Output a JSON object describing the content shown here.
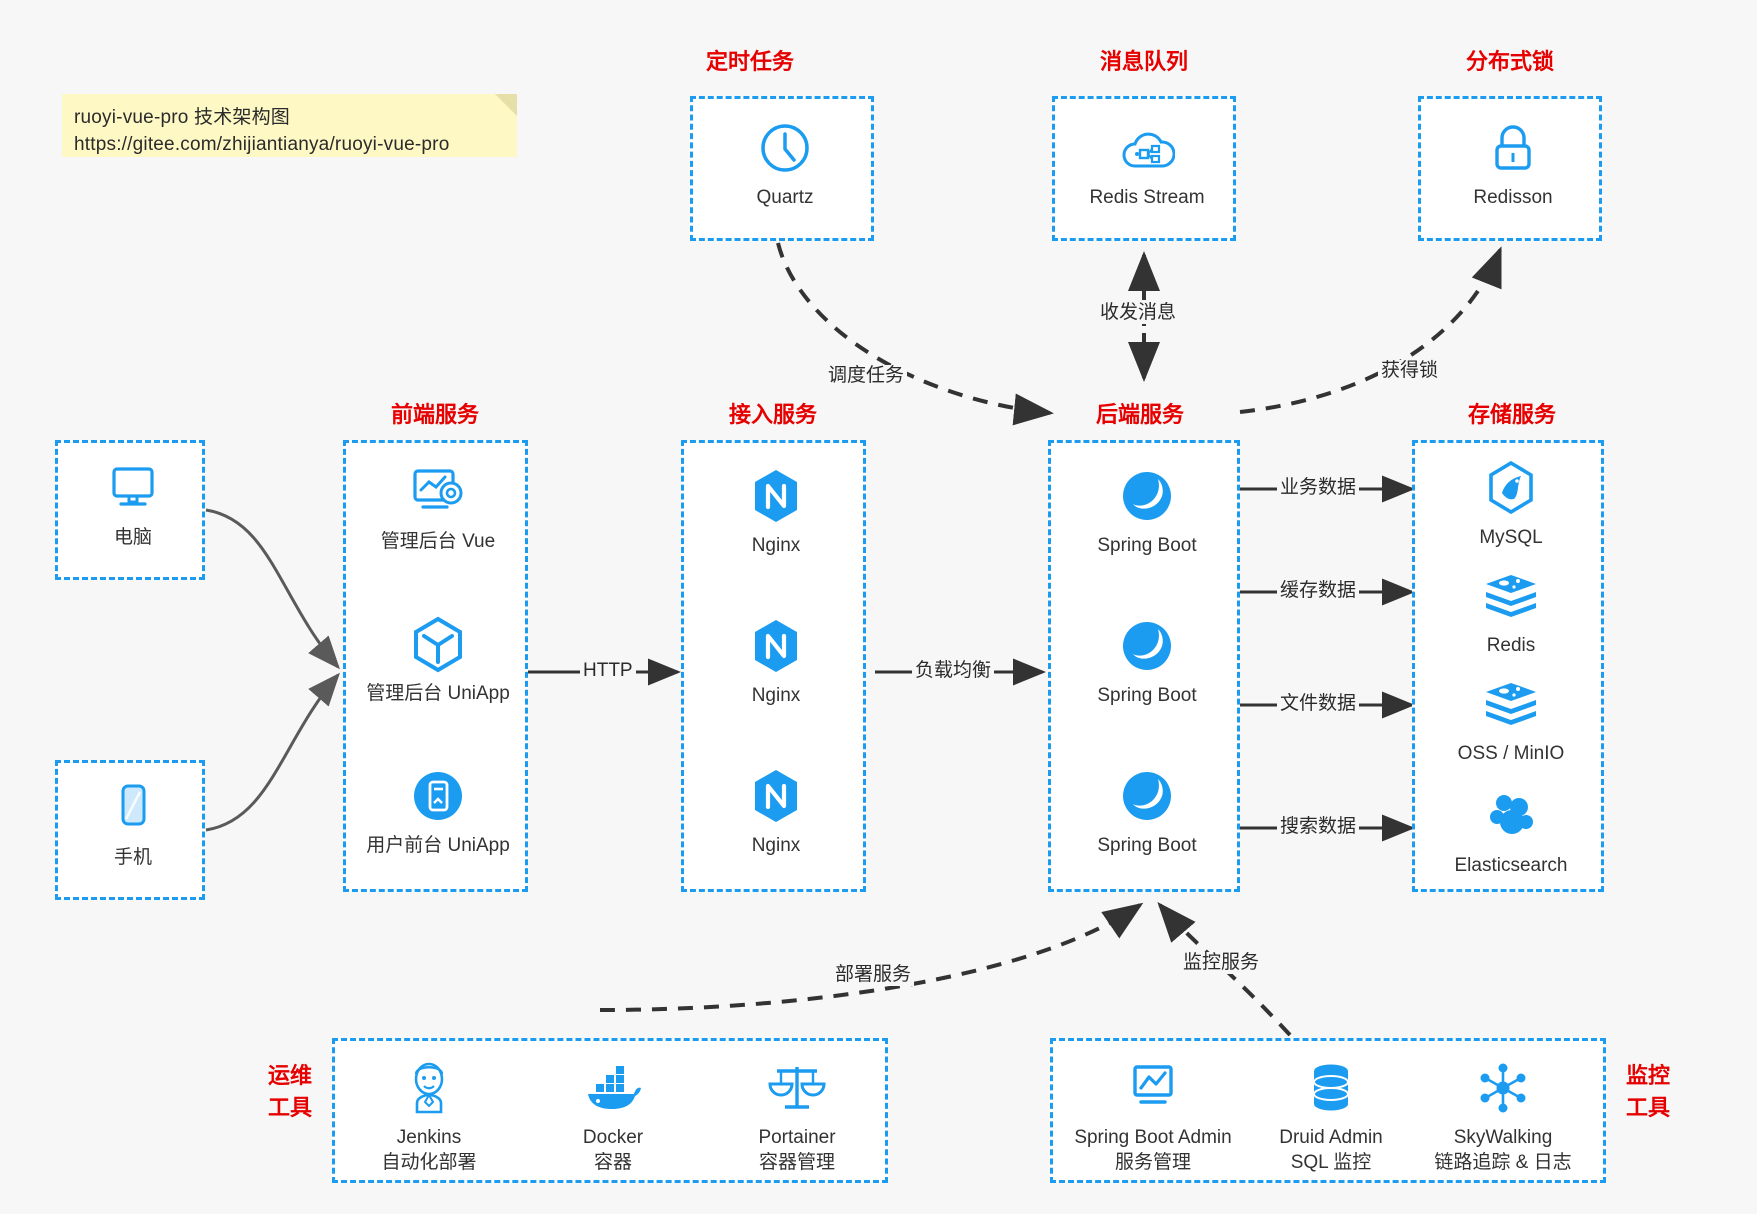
{
  "note": {
    "line1": "ruoyi-vue-pro 技术架构图",
    "line2": "https://gitee.com/zhijiantianya/ruoyi-vue-pro"
  },
  "colors": {
    "box_border": "#1b9cf0",
    "group_title": "#e60000",
    "icon_blue": "#1b9cf0",
    "arrow_dark": "#333333",
    "arrow_gray": "#5a5a5a",
    "note_bg": "#fdf8c4",
    "page_bg": "#f7f7f7"
  },
  "groups": {
    "scheduled_task": {
      "title": "定时任务",
      "nodes": [
        {
          "label": "Quartz",
          "icon": "clock-icon"
        }
      ]
    },
    "message_queue": {
      "title": "消息队列",
      "nodes": [
        {
          "label": "Redis Stream",
          "icon": "cloud-stream-icon"
        }
      ]
    },
    "distributed_lock": {
      "title": "分布式锁",
      "nodes": [
        {
          "label": "Redisson",
          "icon": "lock-icon"
        }
      ]
    },
    "clients": {
      "nodes": [
        {
          "label": "电脑",
          "icon": "desktop-icon"
        },
        {
          "label": "手机",
          "icon": "phone-icon"
        }
      ]
    },
    "frontend": {
      "title": "前端服务",
      "nodes": [
        {
          "label": "管理后台 Vue",
          "icon": "dashboard-gear-icon"
        },
        {
          "label": "管理后台 UniApp",
          "icon": "cube-icon"
        },
        {
          "label": "用户前台 UniApp",
          "icon": "mobile-app-icon"
        }
      ]
    },
    "gateway": {
      "title": "接入服务",
      "nodes": [
        {
          "label": "Nginx",
          "icon": "nginx-icon"
        },
        {
          "label": "Nginx",
          "icon": "nginx-icon"
        },
        {
          "label": "Nginx",
          "icon": "nginx-icon"
        }
      ]
    },
    "backend": {
      "title": "后端服务",
      "nodes": [
        {
          "label": "Spring Boot",
          "icon": "spring-boot-icon"
        },
        {
          "label": "Spring Boot",
          "icon": "spring-boot-icon"
        },
        {
          "label": "Spring Boot",
          "icon": "spring-boot-icon"
        }
      ]
    },
    "storage": {
      "title": "存储服务",
      "nodes": [
        {
          "label": "MySQL",
          "icon": "mysql-icon"
        },
        {
          "label": "Redis",
          "icon": "redis-icon"
        },
        {
          "label": "OSS / MinIO",
          "icon": "oss-minio-icon"
        },
        {
          "label": "Elasticsearch",
          "icon": "elasticsearch-icon"
        }
      ]
    },
    "devops": {
      "title_line1": "运维",
      "title_line2": "工具",
      "nodes": [
        {
          "label": "Jenkins",
          "sublabel": "自动化部署",
          "icon": "jenkins-icon"
        },
        {
          "label": "Docker",
          "sublabel": "容器",
          "icon": "docker-icon"
        },
        {
          "label": "Portainer",
          "sublabel": "容器管理",
          "icon": "portainer-scales-icon"
        }
      ]
    },
    "monitoring": {
      "title_line1": "监控",
      "title_line2": "工具",
      "nodes": [
        {
          "label": "Spring Boot Admin",
          "sublabel": "服务管理",
          "icon": "monitor-chart-icon"
        },
        {
          "label": "Druid Admin",
          "sublabel": "SQL 监控",
          "icon": "database-icon"
        },
        {
          "label": "SkyWalking",
          "sublabel": "链路追踪 & 日志",
          "icon": "skywalking-icon"
        }
      ]
    }
  },
  "edges": [
    {
      "name": "frontend-to-gateway",
      "label": "HTTP",
      "style": "solid"
    },
    {
      "name": "gateway-to-backend",
      "label": "负载均衡",
      "style": "solid"
    },
    {
      "name": "backend-to-mysql",
      "label": "业务数据",
      "style": "solid"
    },
    {
      "name": "backend-to-redis",
      "label": "缓存数据",
      "style": "solid"
    },
    {
      "name": "backend-to-oss",
      "label": "文件数据",
      "style": "solid"
    },
    {
      "name": "backend-to-es",
      "label": "搜索数据",
      "style": "solid"
    },
    {
      "name": "quartz-to-backend",
      "label": "调度任务",
      "style": "dashed"
    },
    {
      "name": "backend-to-redis-stream",
      "label": "收发消息",
      "style": "dashed"
    },
    {
      "name": "backend-to-redisson",
      "label": "获得锁",
      "style": "dashed"
    },
    {
      "name": "devops-to-backend",
      "label": "部署服务",
      "style": "dashed"
    },
    {
      "name": "monitoring-to-backend",
      "label": "监控服务",
      "style": "dashed"
    }
  ]
}
